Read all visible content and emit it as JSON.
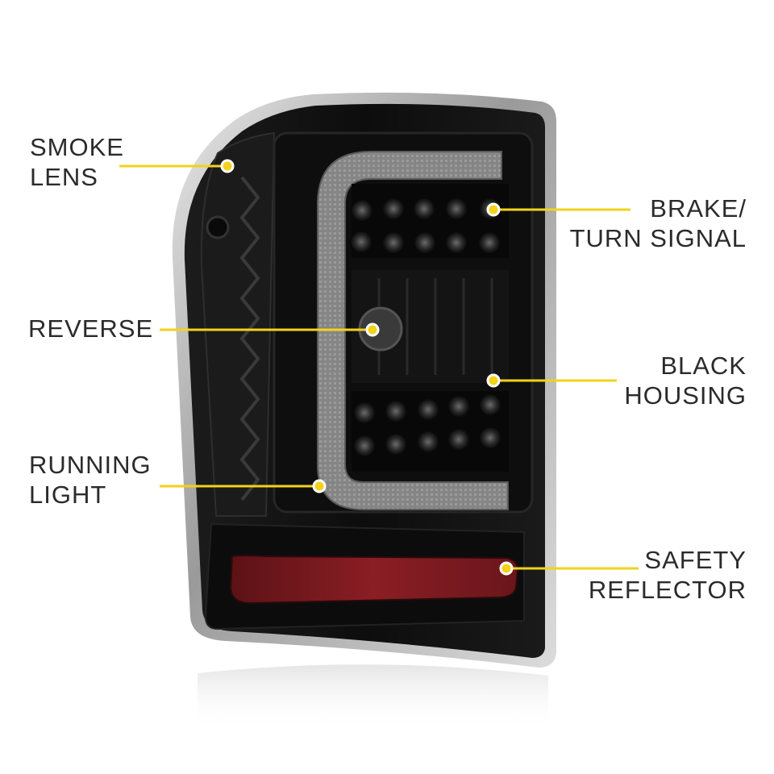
{
  "callouts": {
    "smoke_lens": {
      "line1": "SMOKE",
      "line2": "LENS"
    },
    "reverse": {
      "line1": "REVERSE"
    },
    "running_light": {
      "line1": "RUNNING",
      "line2": "LIGHT"
    },
    "brake_turn": {
      "line1": "BRAKE/",
      "line2": "TURN SIGNAL"
    },
    "black_housing": {
      "line1": "BLACK",
      "line2": "HOUSING"
    },
    "safety_reflector": {
      "line1": "SAFETY",
      "line2": "REFLECTOR"
    }
  },
  "colors": {
    "callout_line": "#f2d21b",
    "housing": "#111111",
    "chrome_trim": "#b8b8b8",
    "light_bar": "#8a8a8a",
    "reflector": "#7a1a1f",
    "label_text": "#2b2b2b"
  }
}
